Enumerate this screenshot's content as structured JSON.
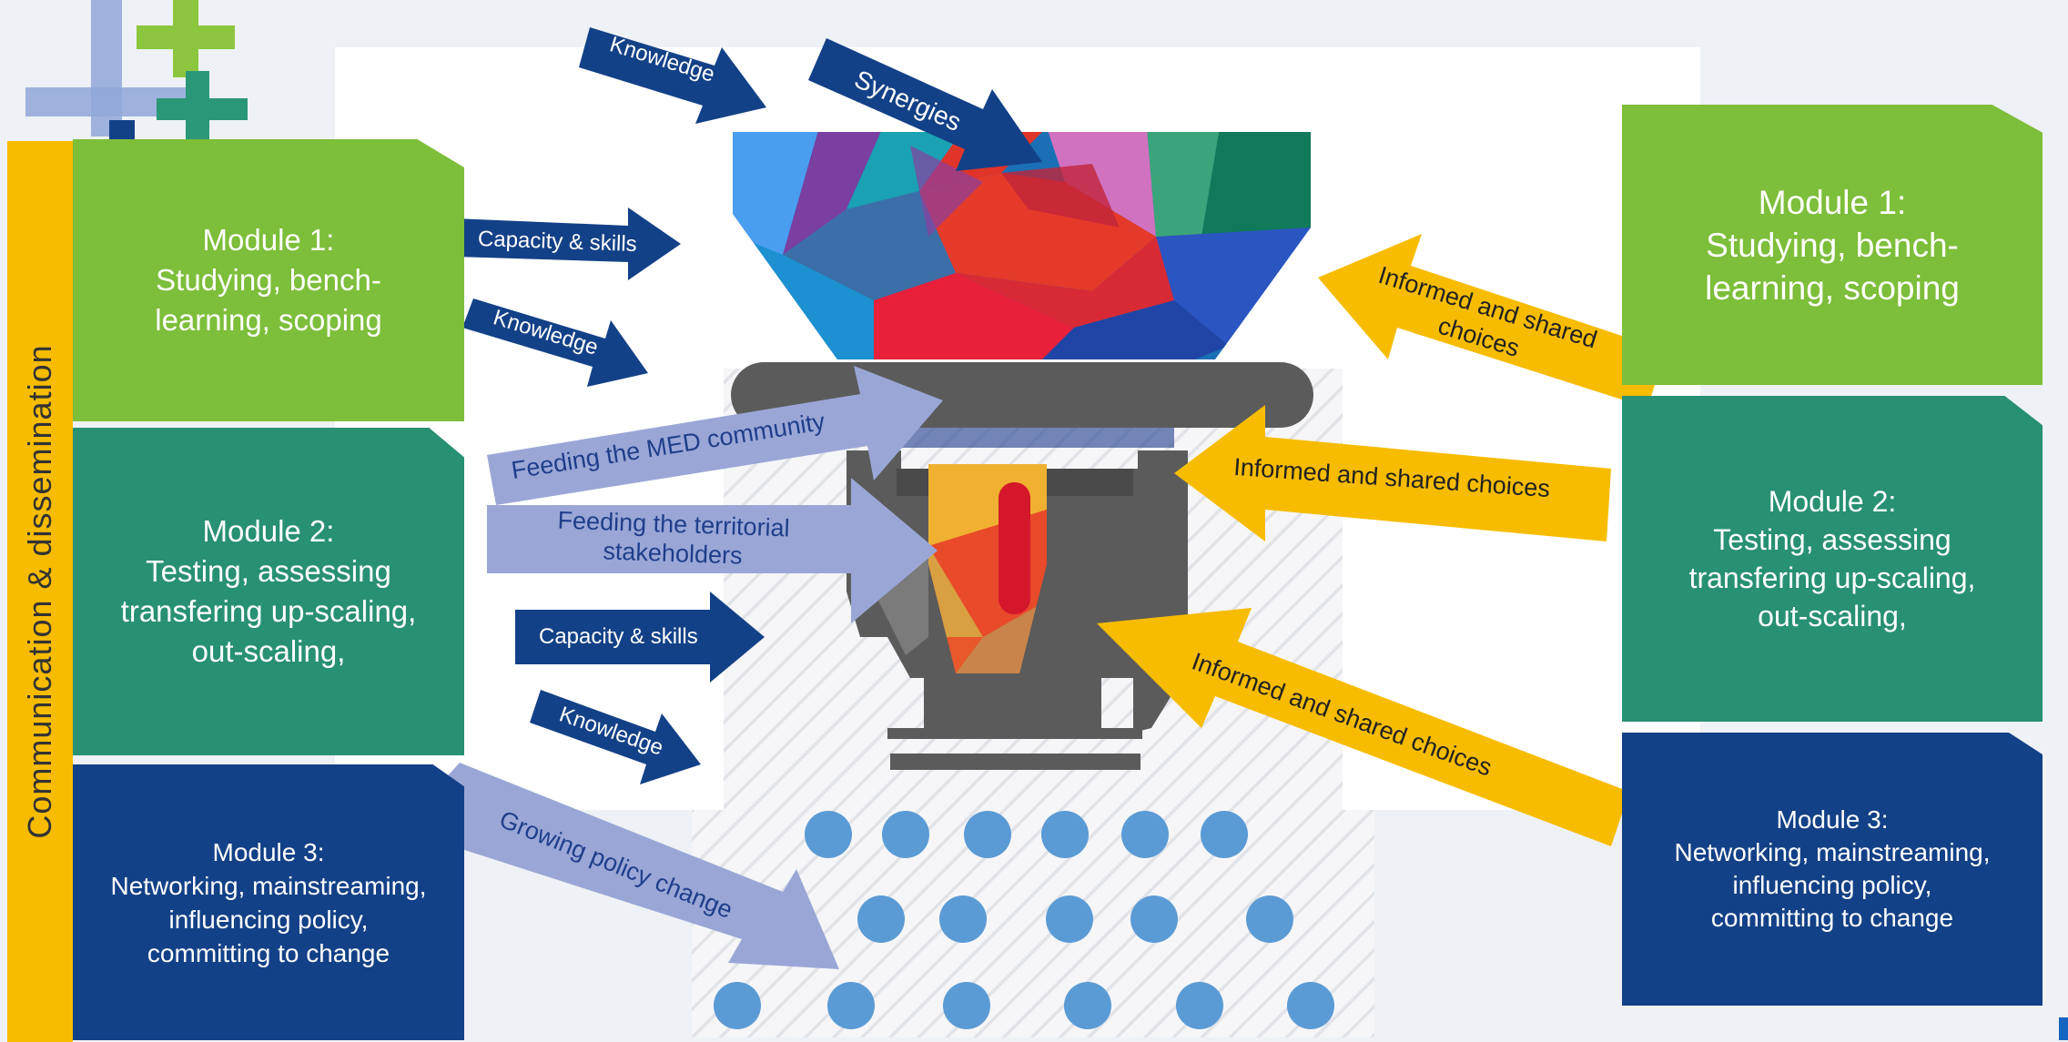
{
  "sidebar": {
    "label": "Communication & dissemination"
  },
  "left_modules": [
    {
      "title": "Module 1:\nStudying, bench-\nlearning, scoping"
    },
    {
      "title": "Module 2:\nTesting, assessing\ntransfering up-scaling,\nout-scaling,"
    },
    {
      "title": "Module 3:\nNetworking, mainstreaming,\ninfluencing policy,\ncommitting to change"
    }
  ],
  "right_modules": [
    {
      "title": "Module 1:\nStudying, bench-\nlearning, scoping"
    },
    {
      "title": "Module 2:\nTesting, assessing\ntransfering up-scaling,\nout-scaling,"
    },
    {
      "title": "Module 3:\nNetworking, mainstreaming,\ninfluencing policy,\ncommitting to change"
    }
  ],
  "arrows": {
    "knowledge_top": "Knowledge",
    "synergies": "Synergies",
    "capacity_1": "Capacity & skills",
    "knowledge_1": "Knowledge",
    "capacity_2": "Capacity & skills",
    "knowledge_2": "Knowledge",
    "feeding_med": "Feeding the MED community",
    "feeding_territorial": "Feeding the territorial\nstakeholders",
    "growing_policy": "Growing policy change",
    "choices_1": "Informed and shared\nchoices",
    "choices_2": "Informed and shared choices",
    "choices_3": "Informed and shared choices"
  },
  "colors": {
    "module1": "#7dbe3a",
    "module2": "#289073",
    "module3": "#134187",
    "sidebar": "#f7bc00",
    "dark_arrow": "#134187",
    "light_arrow": "#9aa7d6",
    "gold_arrow": "#f7bc00",
    "sprinkler": "#5b5b5b",
    "droplet": "#5b9bd5"
  }
}
